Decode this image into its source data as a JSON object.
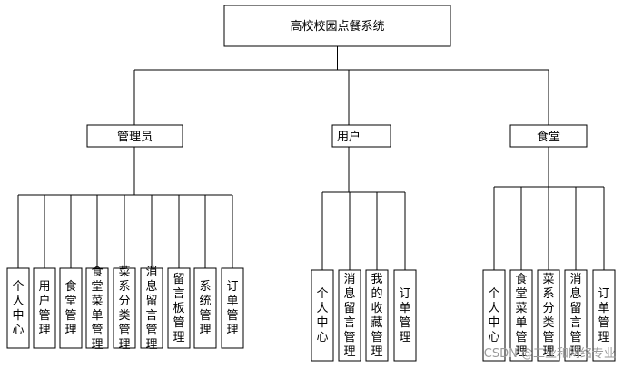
{
  "root": "高校校园点餐系统",
  "groups": [
    {
      "name": "管理员",
      "children": [
        "个人中心",
        "用户管理",
        "食堂管理",
        "食堂菜单管理",
        "菜系分类管理",
        "消息留言管理",
        "留言板管理",
        "系统管理",
        "订单管理"
      ]
    },
    {
      "name": "用户",
      "children": [
        "个人中心",
        "消息留言管理",
        "我的收藏管理",
        "订单管理"
      ]
    },
    {
      "name": "食堂",
      "children": [
        "个人中心",
        "食堂菜单管理",
        "菜系分类管理",
        "消息留言管理",
        "订单管理"
      ]
    }
  ],
  "watermark": "CSDN @工业和网络专业"
}
